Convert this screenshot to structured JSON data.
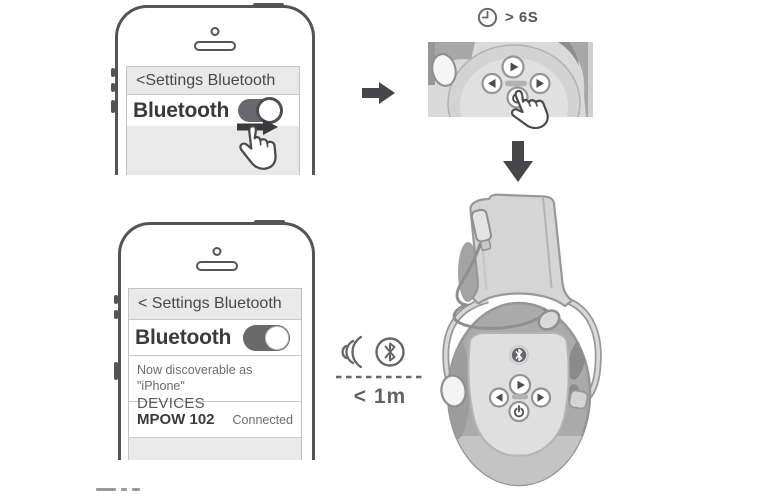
{
  "page": {
    "background": "#ffffff"
  },
  "colors": {
    "outline": "#545456",
    "screen_gray": "#e9e9ea",
    "divider": "#c8c8c9",
    "text_dark": "#3a3a3c",
    "text_mid": "#6b6b6d",
    "toggle_track": "#69696b",
    "flow_arrow": "#47474a",
    "headphone_light": "#d5d5d6",
    "headphone_mid": "#aaaaab",
    "headphone_dark": "#8b8b8d"
  },
  "step1": {
    "phone": {
      "header": "<Settings Bluetooth",
      "bluetooth_label": "Bluetooth"
    }
  },
  "step2": {
    "duration": "> 6S"
  },
  "step3": {
    "phone": {
      "header": "< Settings Bluetooth",
      "bluetooth_label": "Bluetooth",
      "discoverable": "Now discoverable as \"iPhone\"",
      "devices_heading": "DEVICES",
      "device_name": "MPOW 102",
      "device_status": "Connected"
    },
    "distance": "< 1m"
  },
  "icons": {
    "clock": "clock-icon",
    "tap_hand": "tap-hand-icon",
    "swipe_arrow": "swipe-right-arrow-icon",
    "flow_arrow_right": "arrow-right-icon",
    "flow_arrow_down": "arrow-down-icon",
    "signal_waves": "signal-waves-icon",
    "bluetooth": "bluetooth-circle-icon",
    "play": "play-button-icon",
    "prev": "previous-button-icon",
    "next": "next-button-icon",
    "power": "power-button-icon"
  }
}
